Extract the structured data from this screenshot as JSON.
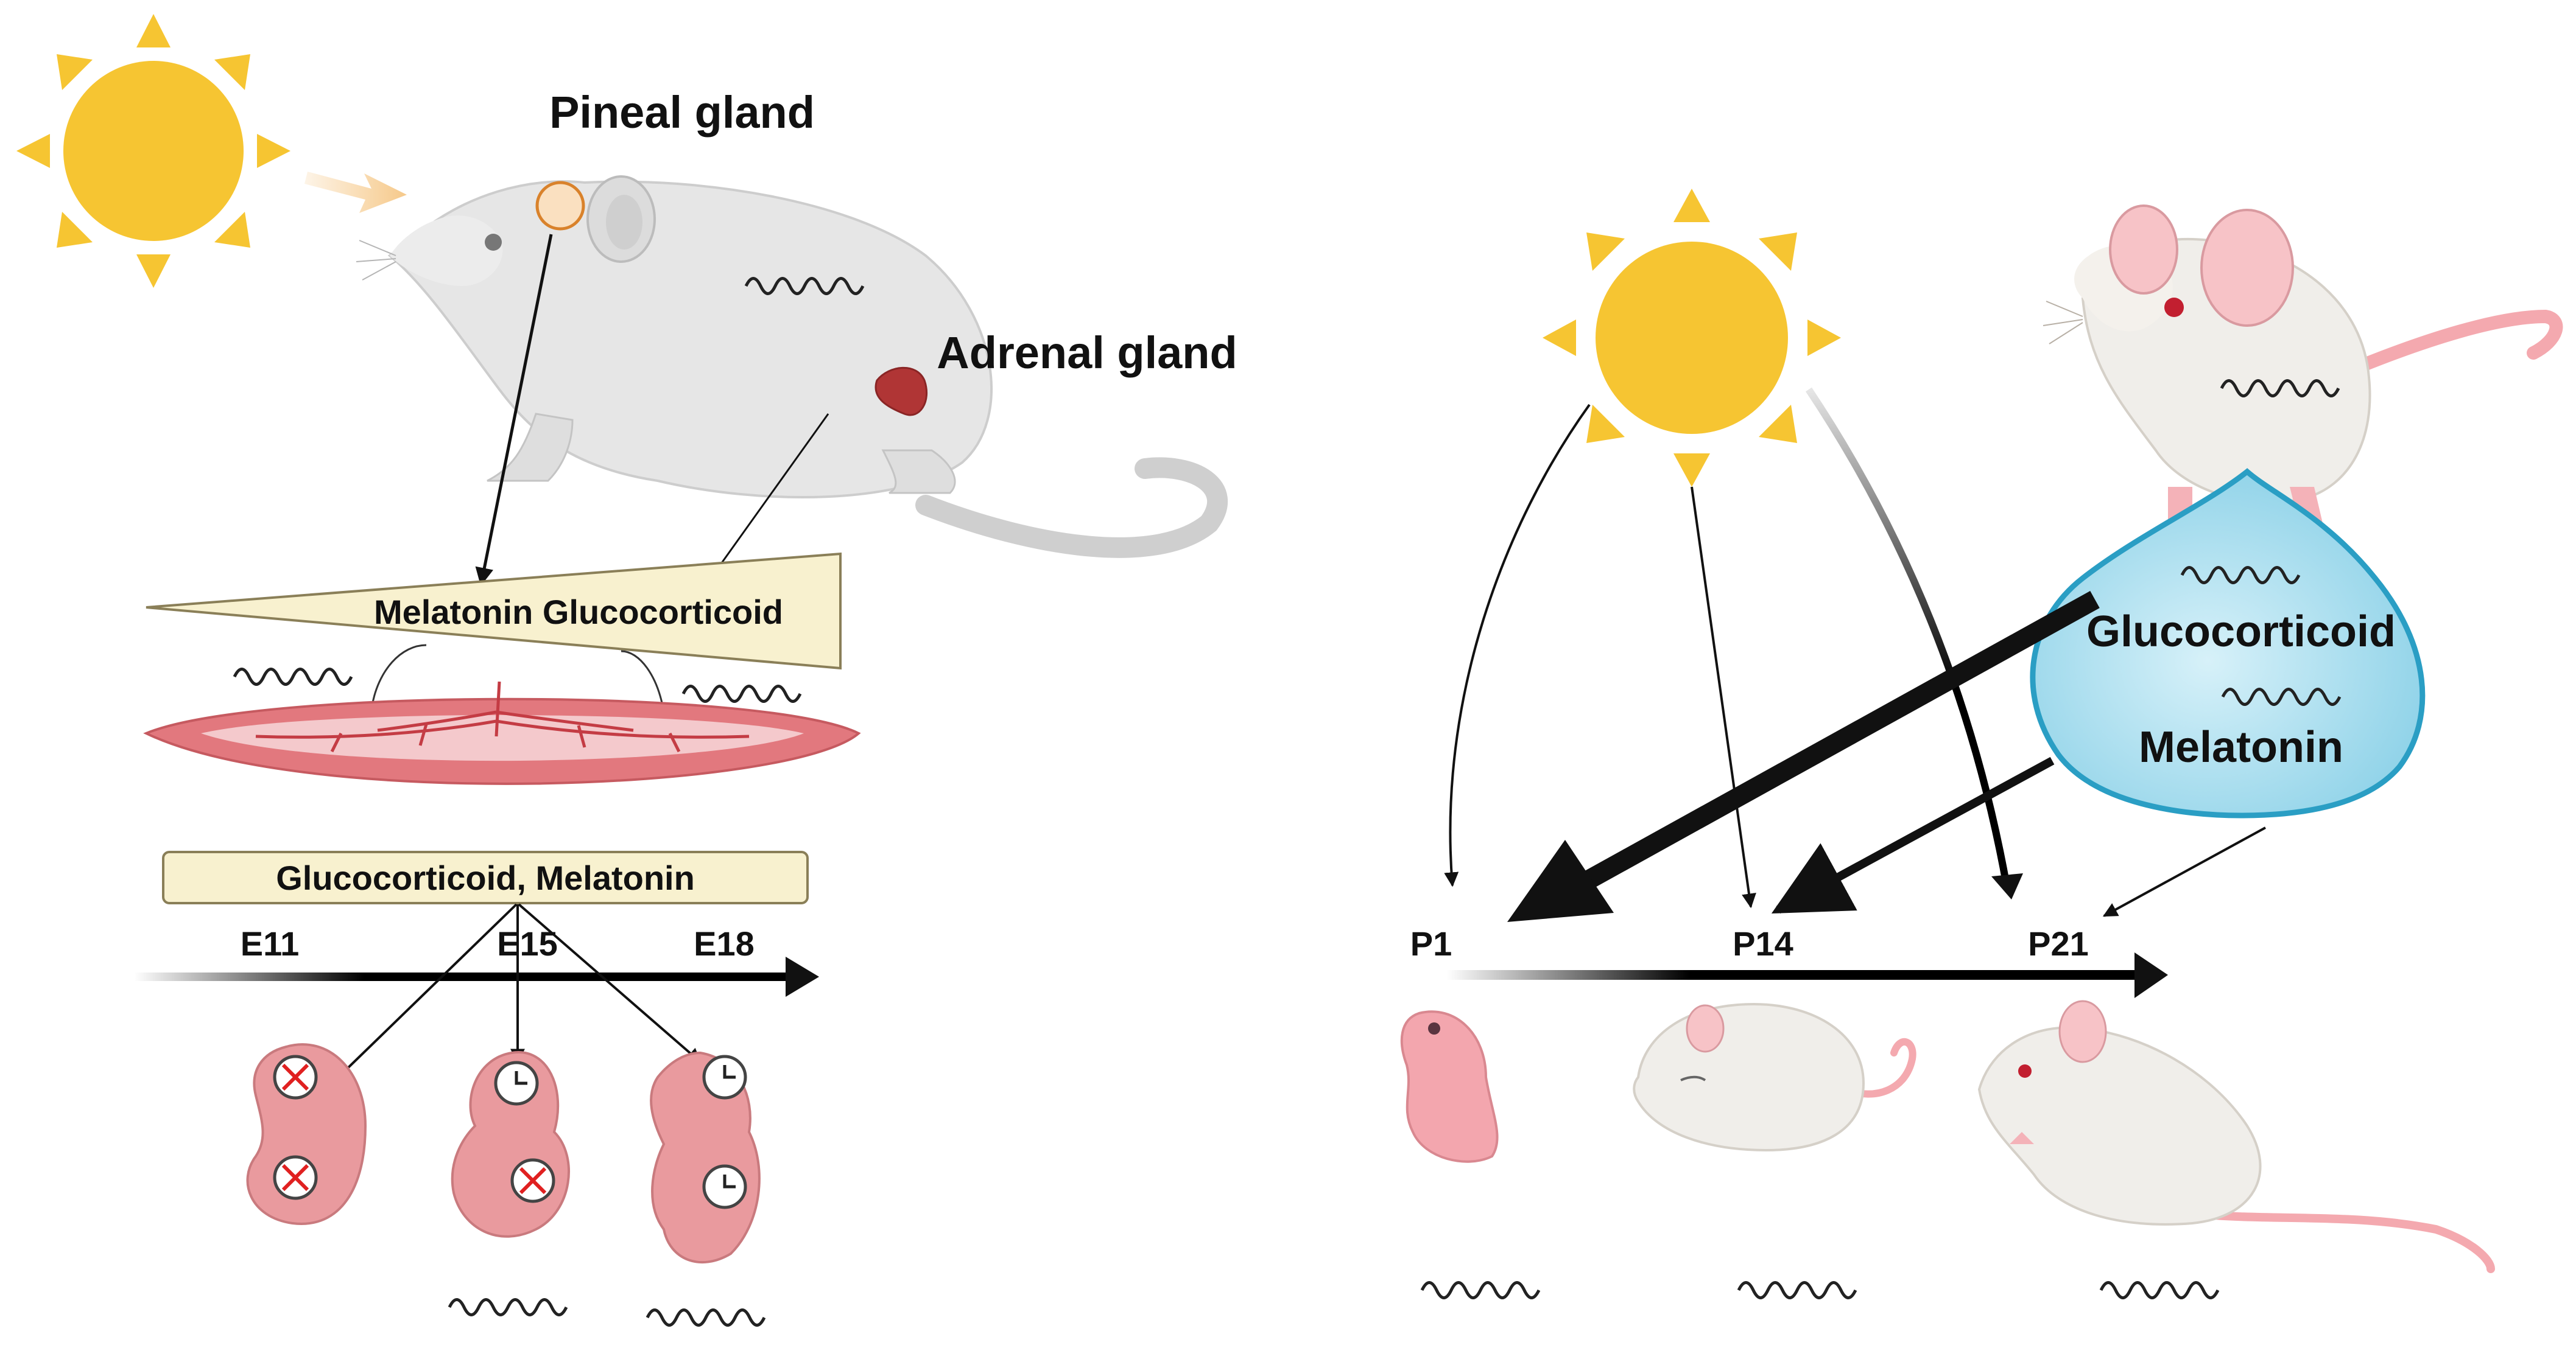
{
  "left_panel": {
    "pineal_label": "Pineal gland",
    "adrenal_label": "Adrenal gland",
    "wedge_label": "Melatonin Glucocorticoid",
    "box_label": "Glucocorticoid, Melatonin",
    "timepoints": [
      "E11",
      "E15",
      "E18"
    ],
    "embryos": [
      {
        "stage": "E11",
        "markers": [
          "x-icon",
          "x-icon"
        ]
      },
      {
        "stage": "E15",
        "markers": [
          "clock-icon",
          "x-icon"
        ]
      },
      {
        "stage": "E18",
        "markers": [
          "clock-icon",
          "clock-icon"
        ]
      }
    ]
  },
  "right_panel": {
    "drop_labels": [
      "Glucocorticoid",
      "Melatonin"
    ],
    "timepoints": [
      "P1",
      "P14",
      "P21"
    ]
  },
  "colors": {
    "sun": "#F6C532",
    "placenta": "#E2787E",
    "wedge_fill": "#F8F1CF",
    "drop_fill": "#A8DDEE",
    "drop_stroke": "#2A9EC4",
    "embryo": "#E99A9E",
    "pup_skin": "#F3A6AE"
  }
}
